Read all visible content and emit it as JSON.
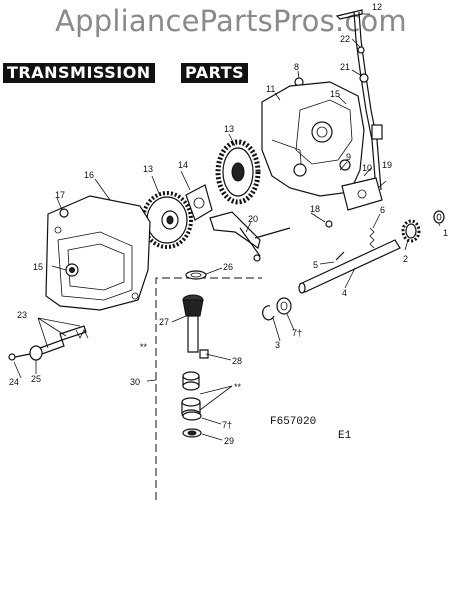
{
  "watermark": "AppliancePartsPros.com",
  "title": {
    "word1": "TRANSMISSION",
    "word2": "PARTS"
  },
  "figure_code": "F657020",
  "figure_rev": "E1",
  "callouts": [
    {
      "id": "c-12",
      "text": "12"
    },
    {
      "id": "c-22",
      "text": "22"
    },
    {
      "id": "c-8",
      "text": "8"
    },
    {
      "id": "c-21",
      "text": "21"
    },
    {
      "id": "c-11",
      "text": "11"
    },
    {
      "id": "c-15a",
      "text": "15"
    },
    {
      "id": "c-13a",
      "text": "13"
    },
    {
      "id": "c-16",
      "text": "16"
    },
    {
      "id": "c-13b",
      "text": "13"
    },
    {
      "id": "c-14",
      "text": "14"
    },
    {
      "id": "c-9",
      "text": "9"
    },
    {
      "id": "c-10",
      "text": "10"
    },
    {
      "id": "c-19",
      "text": "19"
    },
    {
      "id": "c-17",
      "text": "17"
    },
    {
      "id": "c-6",
      "text": "6"
    },
    {
      "id": "c-18",
      "text": "18"
    },
    {
      "id": "c-20",
      "text": "20"
    },
    {
      "id": "c-1",
      "text": "1"
    },
    {
      "id": "c-15b",
      "text": "15"
    },
    {
      "id": "c-26",
      "text": "26"
    },
    {
      "id": "c-5",
      "text": "5"
    },
    {
      "id": "c-2",
      "text": "2"
    },
    {
      "id": "c-4",
      "text": "4"
    },
    {
      "id": "c-23",
      "text": "23"
    },
    {
      "id": "c-27",
      "text": "27"
    },
    {
      "id": "c-7a",
      "text": "7†"
    },
    {
      "id": "c-3",
      "text": "3"
    },
    {
      "id": "c-starstar-a",
      "text": "**"
    },
    {
      "id": "c-28",
      "text": "28"
    },
    {
      "id": "c-24",
      "text": "24"
    },
    {
      "id": "c-25",
      "text": "25"
    },
    {
      "id": "c-30",
      "text": "30"
    },
    {
      "id": "c-starstar-b",
      "text": "**"
    },
    {
      "id": "c-7b",
      "text": "7†"
    },
    {
      "id": "c-29",
      "text": "29"
    }
  ]
}
